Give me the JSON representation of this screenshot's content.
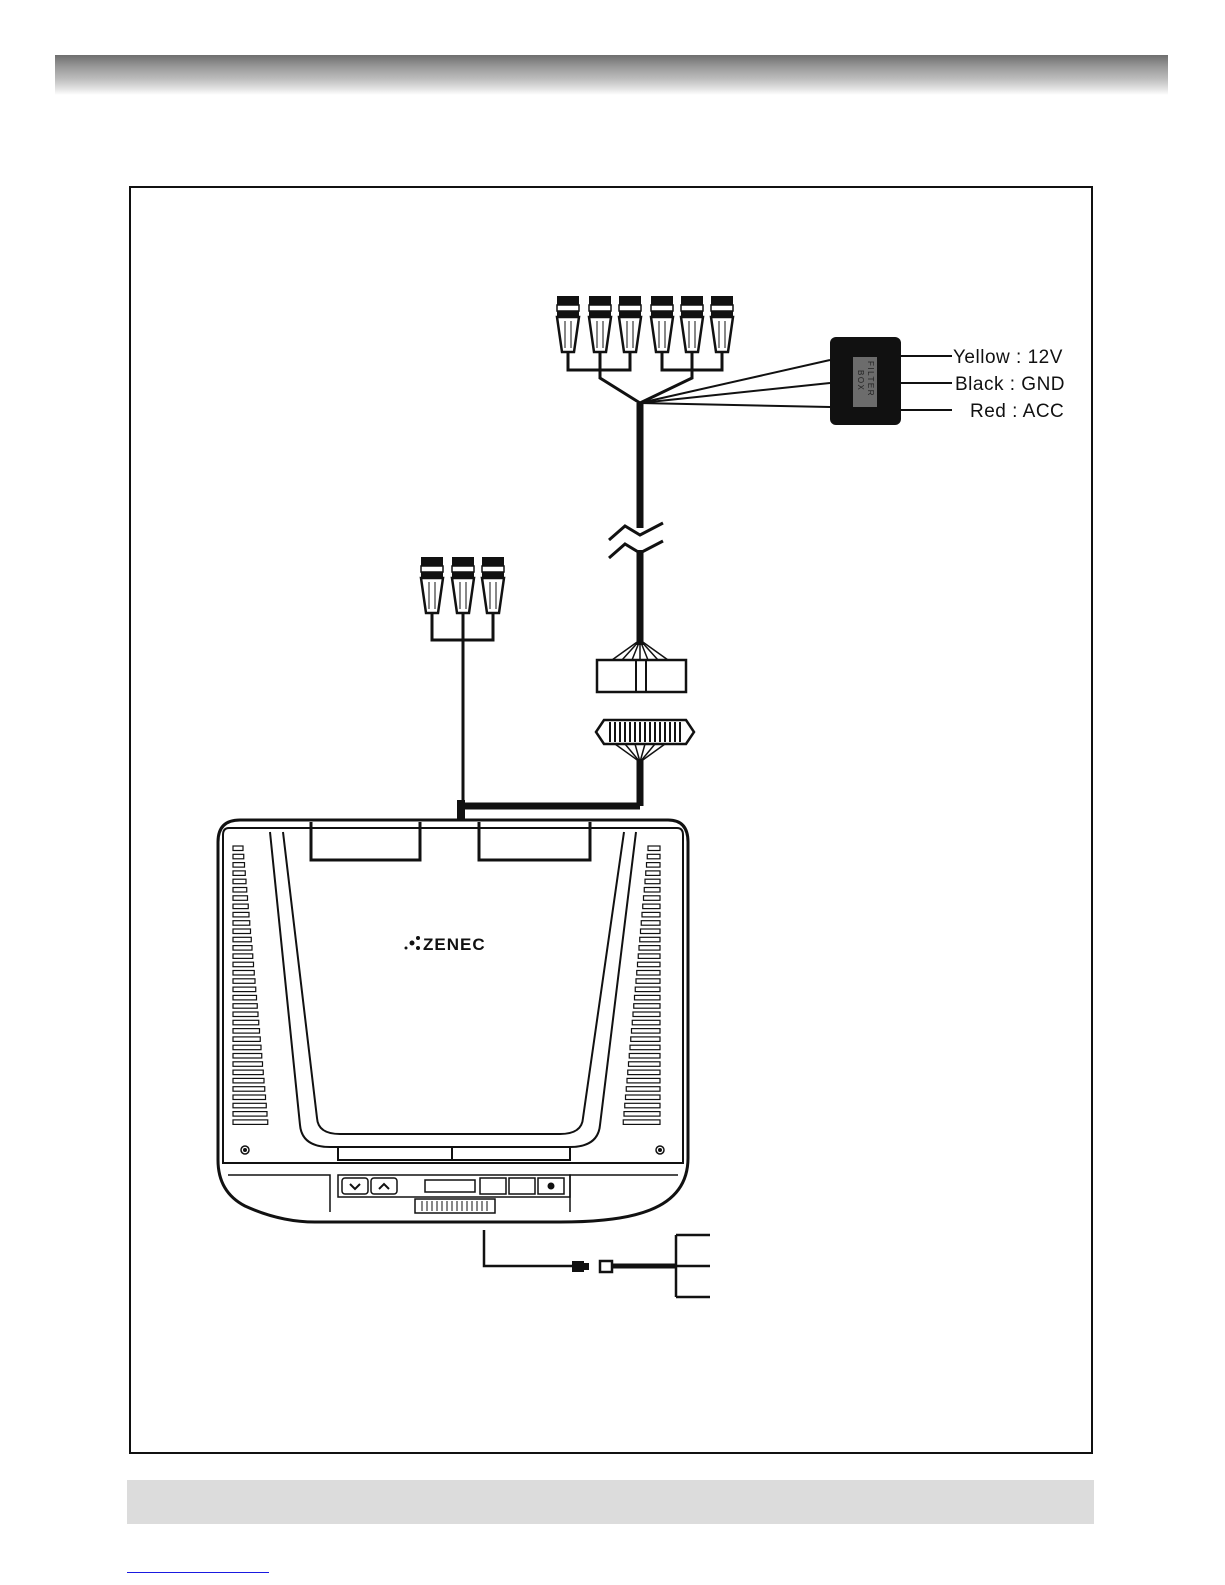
{
  "wiring": [
    {
      "key": "yellow",
      "text": "Yellow : 12V"
    },
    {
      "key": "black",
      "text": "Black : GND"
    },
    {
      "key": "red",
      "text": "Red : ACC"
    }
  ],
  "filter_box": {
    "line1": "FILTER",
    "line2": "BOX"
  },
  "brand": "ZENEC"
}
